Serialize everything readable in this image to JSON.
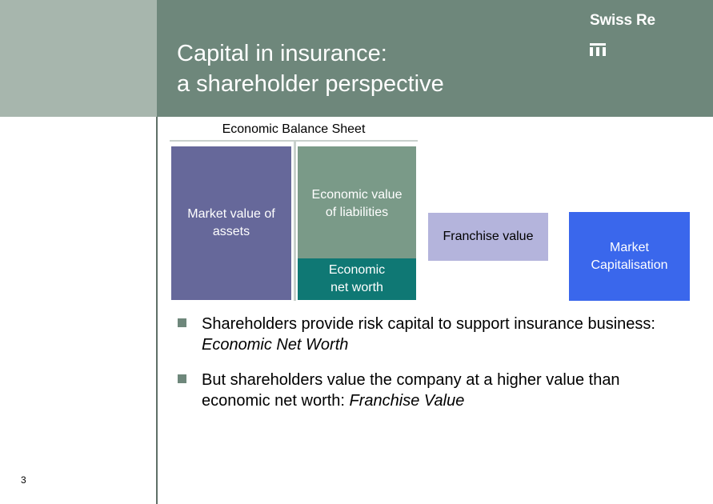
{
  "header": {
    "title": "Capital in insurance:\na shareholder perspective",
    "brand_name": "Swiss Re",
    "brand_logo": "swiss-re-logo-icon"
  },
  "diagram": {
    "title": "Economic Balance Sheet",
    "assets": "Market value of\nassets",
    "liabilities": "Economic value\nof liabilities",
    "net_worth": "Economic\nnet worth",
    "franchise": "Franchise value",
    "market_cap": "Market\nCapitalisation"
  },
  "bullets": [
    {
      "plain": "Shareholders provide risk capital to support insurance business: ",
      "emphasis": "Economic Net Worth"
    },
    {
      "plain": "But shareholders value the company at a higher value than economic net worth: ",
      "emphasis": "Franchise Value"
    }
  ],
  "page_number": "3",
  "colors": {
    "header": "#6e877b",
    "side_band": "#a7b6ad",
    "assets": "#66689a",
    "liabilities": "#7a9a88",
    "net_worth": "#0f7874",
    "franchise": "#b4b4dc",
    "market_cap": "#3a67ec"
  }
}
